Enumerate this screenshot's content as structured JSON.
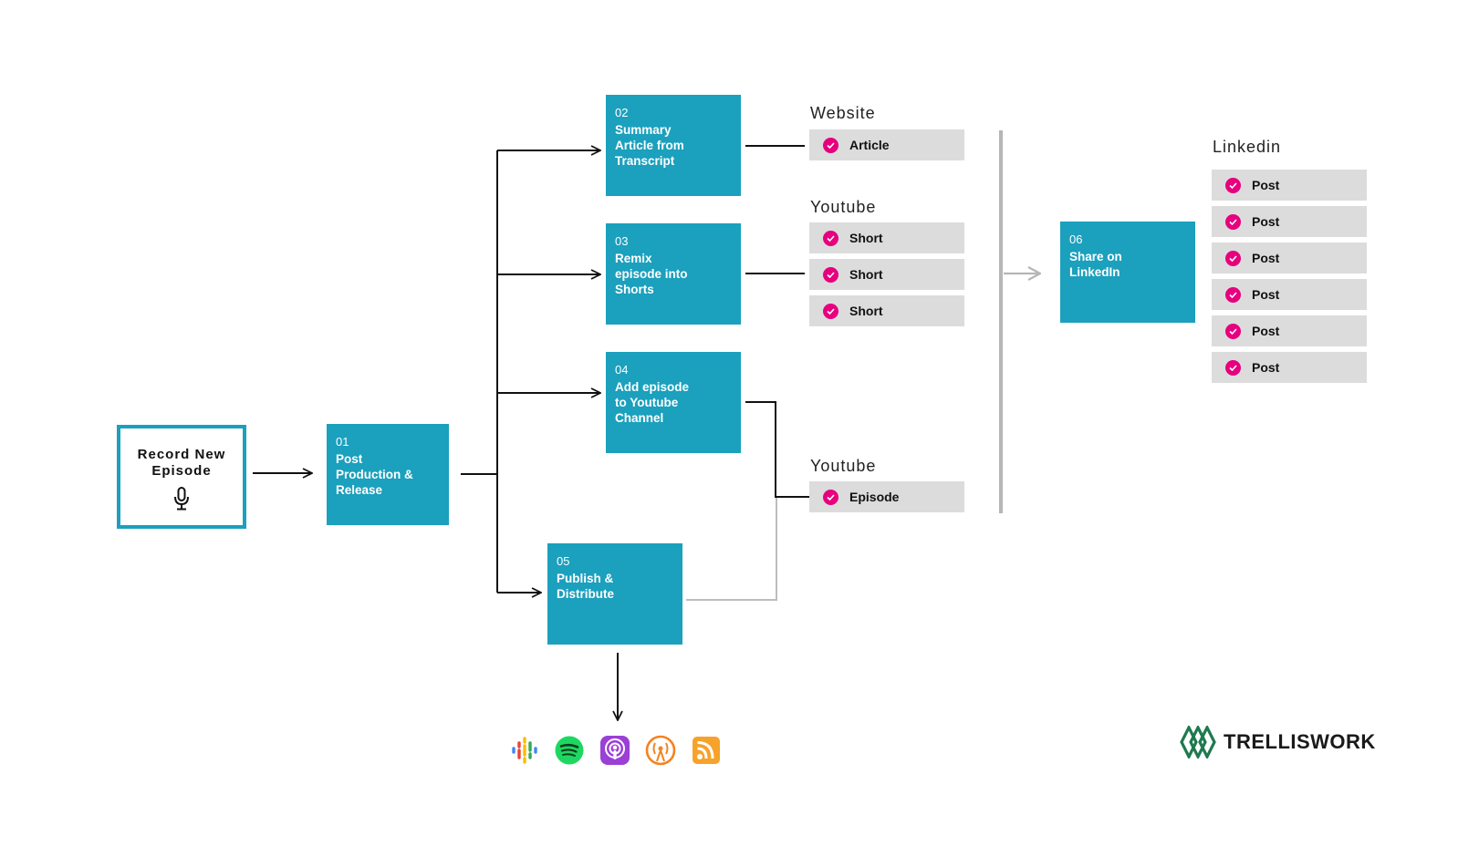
{
  "start": {
    "title": "Record New\nEpisode",
    "icon": "microphone-icon"
  },
  "steps": [
    {
      "num": "01",
      "label": "Post\nProduction &\nRelease"
    },
    {
      "num": "02",
      "label": "Summary\nArticle from\nTranscript"
    },
    {
      "num": "03",
      "label": "Remix\nepisode into\nShorts"
    },
    {
      "num": "04",
      "label": "Add episode\nto Youtube\nChannel"
    },
    {
      "num": "05",
      "label": "Publish &\nDistribute"
    },
    {
      "num": "06",
      "label": "Share on\nLinkedIn"
    }
  ],
  "outputs": {
    "website": {
      "title": "Website",
      "items": [
        "Article"
      ]
    },
    "youtube_shorts": {
      "title": "Youtube",
      "items": [
        "Short",
        "Short",
        "Short"
      ]
    },
    "youtube_episode": {
      "title": "Youtube",
      "items": [
        "Episode"
      ]
    },
    "linkedin": {
      "title": "Linkedin",
      "items": [
        "Post",
        "Post",
        "Post",
        "Post",
        "Post",
        "Post"
      ]
    }
  },
  "platforms": [
    "google-podcasts-icon",
    "spotify-icon",
    "apple-podcasts-icon",
    "overcast-icon",
    "rss-icon"
  ],
  "brand": {
    "name": "TRELLISWORK",
    "icon": "trelliswork-logo-icon"
  },
  "colors": {
    "step_fill": "#1ba0bd",
    "check": "#e6007e",
    "pill": "#dcdcdc",
    "divider": "#b6b6b6",
    "brand": "#1e7a4f"
  }
}
